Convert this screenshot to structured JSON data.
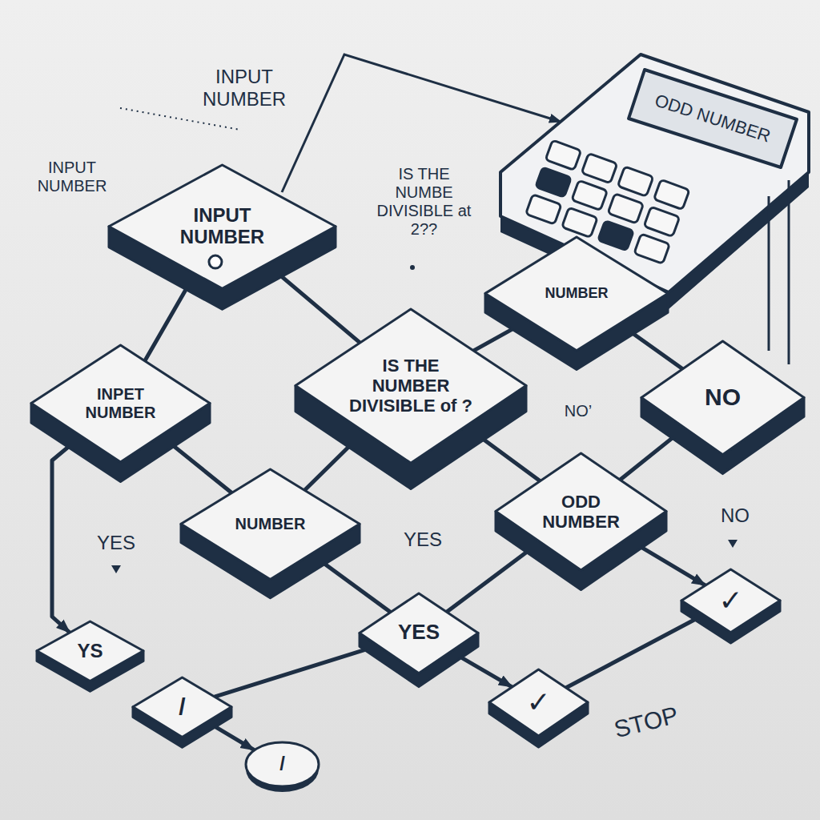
{
  "diagram": {
    "nodes": [
      {
        "text": [
          "INPUT NUMBER"
        ]
      },
      {
        "text": [
          "NUMBER"
        ]
      },
      {
        "text": [
          "IS THE NUMBER DIVISIBLE of ?"
        ]
      },
      {
        "text": [
          "NO"
        ]
      },
      {
        "text": [
          "INPET NUMBER"
        ]
      },
      {
        "text": [
          "NUMBER"
        ]
      },
      {
        "text": [
          "ODD NUMBER"
        ]
      },
      {
        "text": [
          "YES"
        ]
      },
      {
        "text": [
          "YS"
        ]
      },
      {
        "text": [
          "✓"
        ]
      },
      {
        "text": [
          "/"
        ]
      },
      {
        "text": [
          "✓"
        ]
      },
      {
        "text": [
          "/"
        ]
      }
    ],
    "edges": [
      {
        "from": 0,
        "to": 2,
        "arrow": "none"
      },
      {
        "from": 0,
        "to": 4,
        "arrow": "none"
      },
      {
        "from": 1,
        "to": 2,
        "arrow": "none"
      },
      {
        "from": 1,
        "to": 3,
        "arrow": "none"
      },
      {
        "from": 4,
        "to": 5,
        "arrow": "none"
      },
      {
        "from": 2,
        "to": 5,
        "arrow": "none"
      },
      {
        "from": 2,
        "to": 6,
        "arrow": "none"
      },
      {
        "from": 3,
        "to": 6,
        "arrow": "none"
      },
      {
        "from": 5,
        "to": 7,
        "arrow": "none"
      },
      {
        "from": 6,
        "to": 7,
        "arrow": "none"
      },
      {
        "from": 6,
        "to": 9,
        "arrow": "to"
      },
      {
        "from": 4,
        "to": 8,
        "arrow": "to"
      },
      {
        "from": 7,
        "to": 11,
        "arrow": "to"
      },
      {
        "from": 9,
        "to": 11,
        "arrow": "none"
      },
      {
        "from": 7,
        "to": 10,
        "arrow": "none"
      },
      {
        "from": 10,
        "to": 12,
        "arrow": "to"
      }
    ],
    "labels": [
      "INPUT NUMBER",
      "INPUT NUMBER",
      "IS THE NUMBE DIVISIBLE at 2??",
      "ODD NUMBER",
      "NO’",
      "YES",
      "YES",
      "NO",
      "STOP"
    ]
  }
}
